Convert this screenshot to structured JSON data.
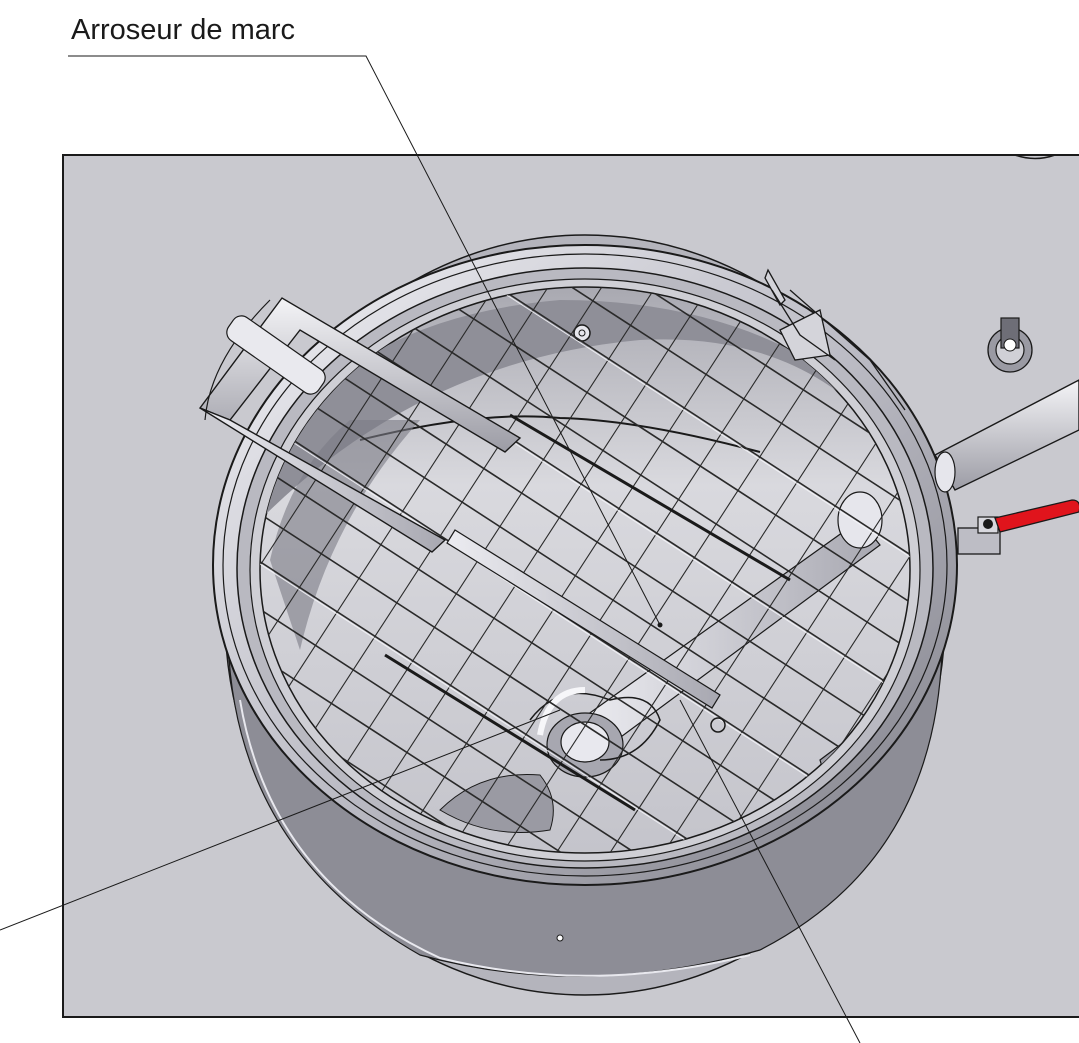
{
  "callouts": {
    "spray_arm": {
      "label": "Arroseur de marc"
    }
  },
  "colors": {
    "plate": "#c9c9cf",
    "metal": "#d6d6dc",
    "shadow": "#8e8e96",
    "handle": "#e0141c",
    "line": "#1a1a1a"
  },
  "icons": [
    "leader-line",
    "valve-handle",
    "bolt",
    "grid-basket"
  ]
}
